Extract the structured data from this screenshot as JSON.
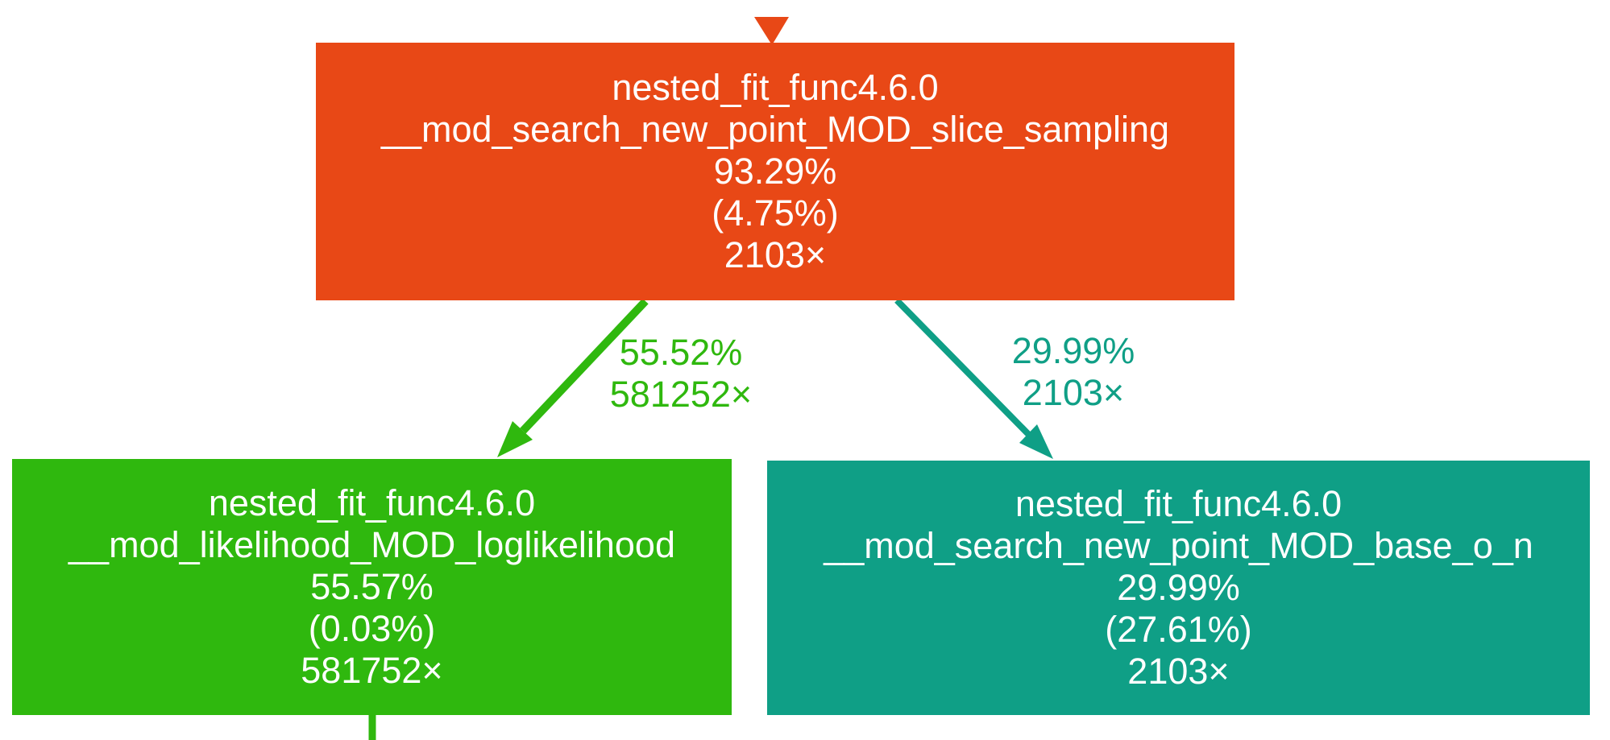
{
  "colors": {
    "orange": "#e84816",
    "green": "#2fb80e",
    "teal": "#0f9f86",
    "node_text": "#ffffff",
    "background": "#ffffff"
  },
  "graph": {
    "nodes": [
      {
        "module": "nested_fit_func4.6.0",
        "function": "__mod_search_new_point_MOD_slice_sampling",
        "total_pct": "93.29%",
        "self_pct": "(4.75%)",
        "calls": "2103×"
      },
      {
        "module": "nested_fit_func4.6.0",
        "function": "__mod_likelihood_MOD_loglikelihood",
        "total_pct": "55.57%",
        "self_pct": "(0.03%)",
        "calls": "581752×"
      },
      {
        "module": "nested_fit_func4.6.0",
        "function": "__mod_search_new_point_MOD_base_o_n",
        "total_pct": "29.99%",
        "self_pct": "(27.61%)",
        "calls": "2103×"
      }
    ],
    "edges": [
      {
        "pct": "55.52%",
        "calls": "581252×"
      },
      {
        "pct": "29.99%",
        "calls": "2103×"
      }
    ]
  }
}
